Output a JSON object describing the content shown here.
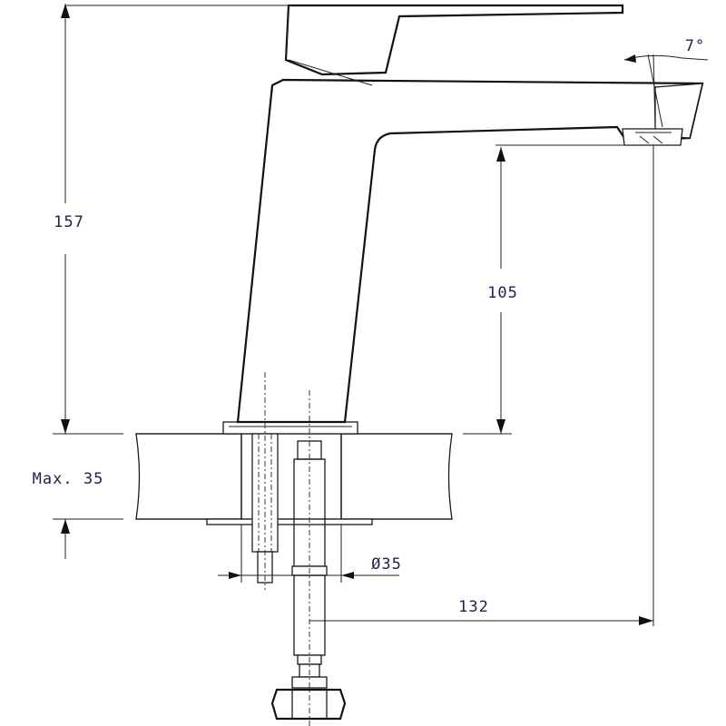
{
  "dimensions": {
    "total_height": "157",
    "spout_height": "105",
    "max_counter_thickness": "Max. 35",
    "hole_diameter": "Ø35",
    "spout_reach": "132",
    "spout_angle": "7°"
  }
}
